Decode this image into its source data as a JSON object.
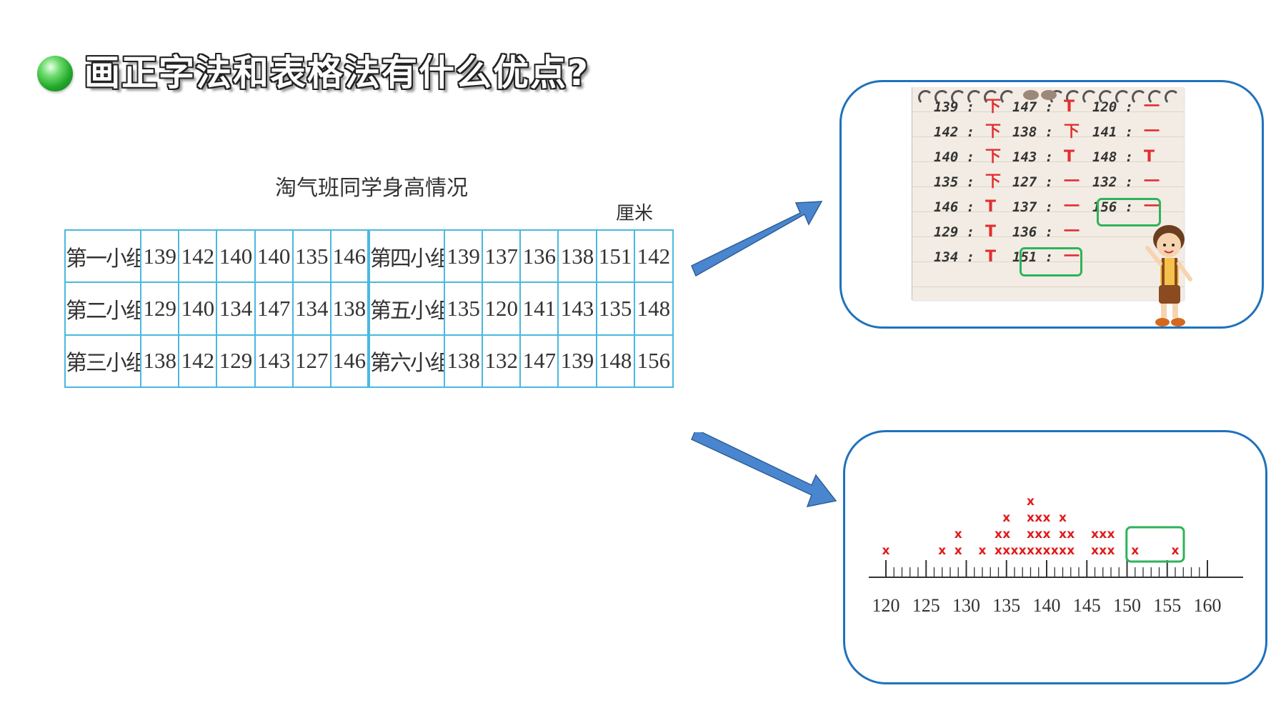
{
  "headline": "画正字法和表格法有什么优点?",
  "table": {
    "title": "淘气班同学身高情况",
    "unit": "厘米",
    "rows": [
      {
        "left_group": "第一小组",
        "left_values": [
          "139",
          "142",
          "140",
          "140",
          "135",
          "146"
        ],
        "right_group": "第四小组",
        "right_values": [
          "139",
          "137",
          "136",
          "138",
          "151",
          "142"
        ]
      },
      {
        "left_group": "第二小组",
        "left_values": [
          "129",
          "140",
          "134",
          "147",
          "134",
          "138"
        ],
        "right_group": "第五小组",
        "right_values": [
          "135",
          "120",
          "141",
          "143",
          "135",
          "148"
        ]
      },
      {
        "left_group": "第三小组",
        "left_values": [
          "138",
          "142",
          "129",
          "143",
          "127",
          "146"
        ],
        "right_group": "第六小组",
        "right_values": [
          "138",
          "132",
          "147",
          "139",
          "148",
          "156"
        ]
      }
    ]
  },
  "tally_notepad": {
    "columns": [
      [
        {
          "label": "139 :",
          "mark": "下"
        },
        {
          "label": "142 :",
          "mark": "下"
        },
        {
          "label": "140 :",
          "mark": "下"
        },
        {
          "label": "135 :",
          "mark": "下"
        },
        {
          "label": "146 :",
          "mark": "T"
        },
        {
          "label": "129 :",
          "mark": "T"
        },
        {
          "label": "134 :",
          "mark": "T"
        }
      ],
      [
        {
          "label": "147 :",
          "mark": "T"
        },
        {
          "label": "138 :",
          "mark": "下"
        },
        {
          "label": "143 :",
          "mark": "T"
        },
        {
          "label": "127 :",
          "mark": "一"
        },
        {
          "label": "137 :",
          "mark": "一"
        },
        {
          "label": "136 :",
          "mark": "一"
        },
        {
          "label": "151 :",
          "mark": "一"
        }
      ],
      [
        {
          "label": "120 :",
          "mark": "一"
        },
        {
          "label": "141 :",
          "mark": "一"
        },
        {
          "label": "148 :",
          "mark": "T"
        },
        {
          "label": "132 :",
          "mark": "一"
        },
        {
          "label": "156 :",
          "mark": "一"
        }
      ]
    ],
    "highlighted": [
      "151 :",
      "156 :"
    ],
    "highlight_color": "#2eb35a"
  },
  "chart_data": {
    "type": "scatter",
    "title": "",
    "xlabel": "",
    "ylabel": "",
    "xlim": [
      120,
      160
    ],
    "x_ticks": [
      120,
      125,
      130,
      135,
      140,
      145,
      150,
      155,
      160
    ],
    "minor_tick_step": 1,
    "marker": "x",
    "marker_color": "#e01b1b",
    "counts": [
      {
        "x": 120,
        "count": 1
      },
      {
        "x": 127,
        "count": 1
      },
      {
        "x": 129,
        "count": 2
      },
      {
        "x": 132,
        "count": 1
      },
      {
        "x": 134,
        "count": 2
      },
      {
        "x": 135,
        "count": 3
      },
      {
        "x": 136,
        "count": 1
      },
      {
        "x": 137,
        "count": 1
      },
      {
        "x": 138,
        "count": 4
      },
      {
        "x": 139,
        "count": 3
      },
      {
        "x": 140,
        "count": 3
      },
      {
        "x": 141,
        "count": 1
      },
      {
        "x": 142,
        "count": 3
      },
      {
        "x": 143,
        "count": 2
      },
      {
        "x": 146,
        "count": 2
      },
      {
        "x": 147,
        "count": 2
      },
      {
        "x": 148,
        "count": 2
      },
      {
        "x": 151,
        "count": 1
      },
      {
        "x": 156,
        "count": 1
      }
    ],
    "highlight_range": [
      151,
      156
    ],
    "highlight_color": "#2eb35a"
  },
  "colors": {
    "frame_border": "#1f72bd",
    "table_border": "#4ab8e0",
    "arrow_fill": "#4a86cf"
  }
}
